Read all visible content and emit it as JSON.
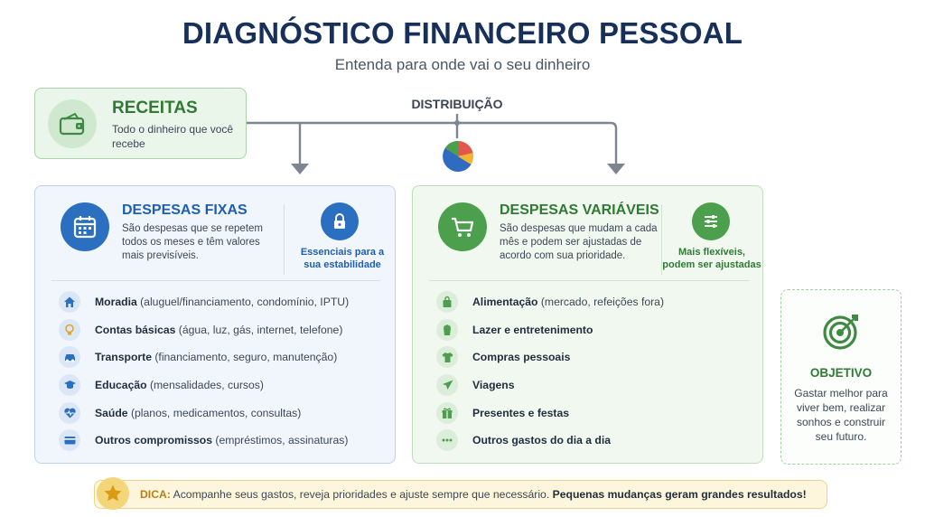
{
  "header": {
    "title": "DIAGNÓSTICO FINANCEIRO PESSOAL",
    "subtitle": "Entenda para onde vai o seu dinheiro"
  },
  "receitas": {
    "icon": "wallet-icon",
    "title": "RECEITAS",
    "description": "Todo o dinheiro que você recebe"
  },
  "distribution": {
    "label": "DISTRIBUIÇÃO",
    "icon": "pie-chart-icon"
  },
  "fixed_expenses": {
    "icon": "calendar-icon",
    "title": "DESPESAS FIXAS",
    "description": "São despesas que se repetem todos os meses e têm valores mais previsíveis.",
    "side_icon": "lock-icon",
    "side_text": "Essenciais para a sua estabilidade",
    "items": [
      {
        "icon": "home-icon",
        "bold": "Moradia",
        "rest": " (aluguel/financiamento, condomínio, IPTU)"
      },
      {
        "icon": "lightbulb-icon",
        "bold": "Contas básicas",
        "rest": " (água, luz, gás, internet, telefone)"
      },
      {
        "icon": "car-icon",
        "bold": "Transporte",
        "rest": " (financiamento, seguro, manutenção)"
      },
      {
        "icon": "graduation-cap-icon",
        "bold": "Educação",
        "rest": " (mensalidades, cursos)"
      },
      {
        "icon": "heart-pulse-icon",
        "bold": "Saúde",
        "rest": " (planos, medicamentos, consultas)"
      },
      {
        "icon": "credit-card-icon",
        "bold": "Outros compromissos",
        "rest": " (empréstimos, assinaturas)"
      }
    ]
  },
  "variable_expenses": {
    "icon": "shopping-cart-icon",
    "title": "DESPESAS VARIÁVEIS",
    "description": "São despesas que mudam a cada mês e podem ser ajustadas de acordo com sua prioridade.",
    "side_icon": "sliders-icon",
    "side_text": "Mais flexíveis, podem ser ajustadas",
    "items": [
      {
        "icon": "shopping-bag-icon",
        "bold": "Alimentação",
        "rest": " (mercado, refeições fora)"
      },
      {
        "icon": "popcorn-icon",
        "bold": "Lazer e entretenimento",
        "rest": ""
      },
      {
        "icon": "shirt-icon",
        "bold": "Compras pessoais",
        "rest": ""
      },
      {
        "icon": "airplane-icon",
        "bold": "Viagens",
        "rest": ""
      },
      {
        "icon": "gift-icon",
        "bold": "Presentes e festas",
        "rest": ""
      },
      {
        "icon": "ellipsis-icon",
        "bold": "Outros gastos do dia a dia",
        "rest": ""
      }
    ]
  },
  "objective": {
    "icon": "target-icon",
    "title": "OBJETIVO",
    "description": "Gastar melhor para viver bem, realizar sonhos e construir seu futuro."
  },
  "tip": {
    "icon": "star-icon",
    "lead": "DICA:",
    "text": " Acompanhe seus gastos, reveja prioridades e ajuste sempre que necessário. ",
    "bold": "Pequenas mudanças geram grandes resultados!"
  },
  "colors": {
    "navy": "#16305a",
    "blue": "#2a6fc0",
    "green": "#4c9f4c",
    "gold": "#f3d57a"
  }
}
